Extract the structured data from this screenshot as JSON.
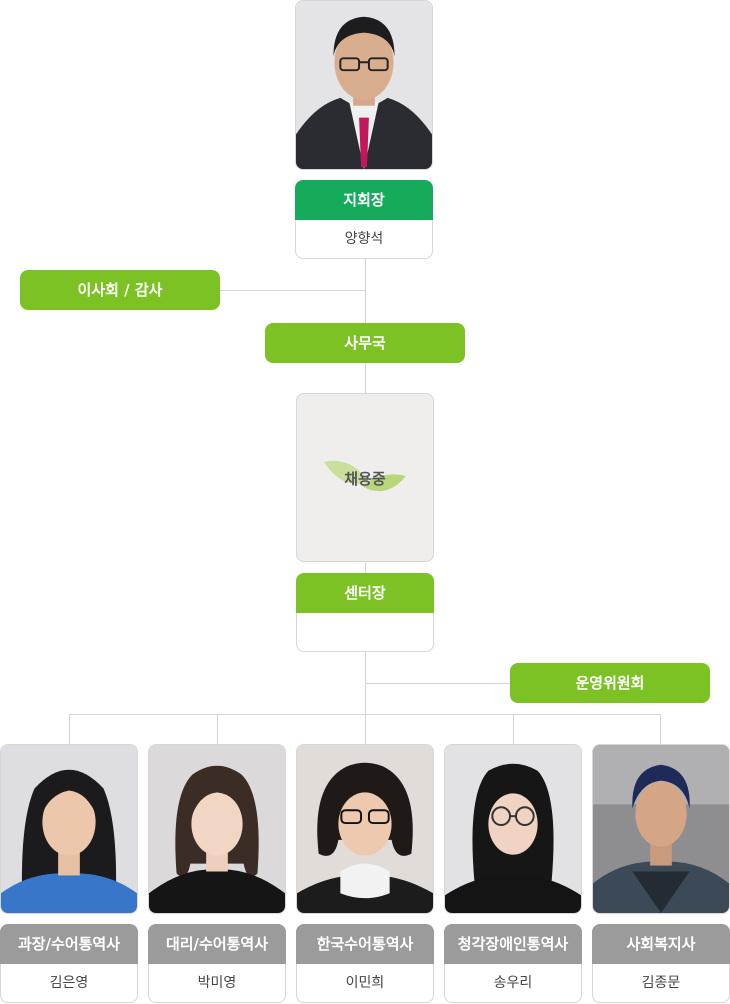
{
  "head": {
    "title": "지회장",
    "name": "양향석"
  },
  "board": {
    "label": "이사회 / 감사"
  },
  "office": {
    "label": "사무국"
  },
  "vacancy": {
    "text": "채용중"
  },
  "center": {
    "title": "센터장",
    "name": ""
  },
  "committee": {
    "label": "운영위원회"
  },
  "staff": [
    {
      "title": "과장/수어통역사",
      "name": "김은영"
    },
    {
      "title": "대리/수어통역사",
      "name": "박미영"
    },
    {
      "title": "한국수어통역사",
      "name": "이민희"
    },
    {
      "title": "청각장애인통역사",
      "name": "송우리"
    },
    {
      "title": "사회복지사",
      "name": "김종문"
    }
  ],
  "colors": {
    "head_role": "#16ab5b",
    "accent": "#7cc225",
    "staff_role": "#9b9b9b",
    "connector": "#d4d4d4"
  }
}
